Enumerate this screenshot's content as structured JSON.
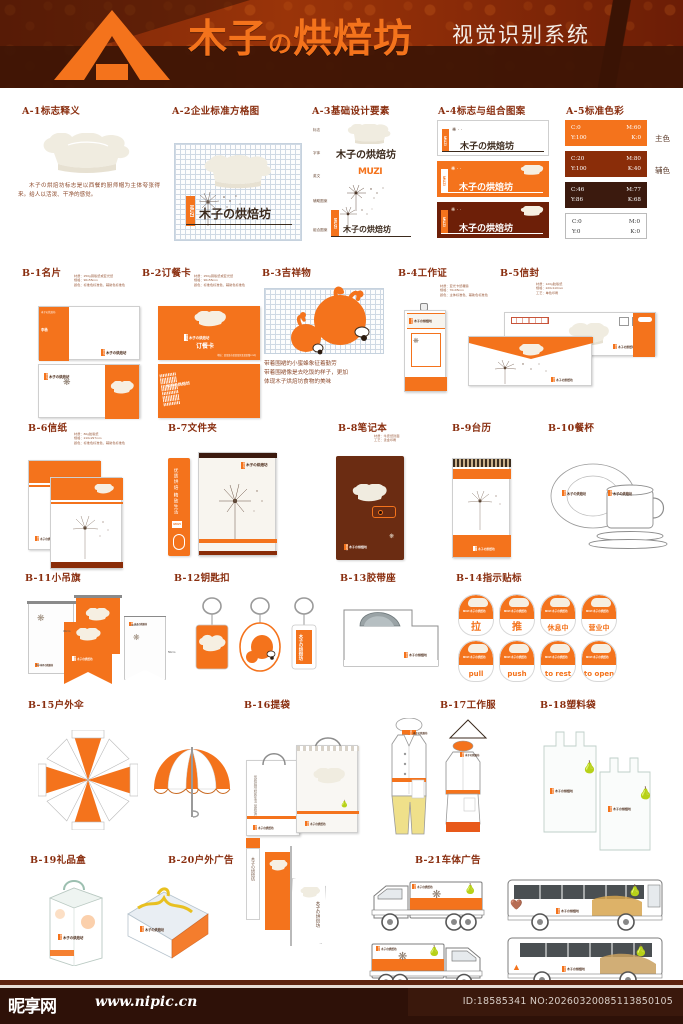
{
  "header": {
    "logo_icon": "triangle-a-logo",
    "title_main": "木子",
    "title_no": "の",
    "title_rest": "烘焙坊",
    "subtitle": "视觉识别系统"
  },
  "sections": {
    "a1": {
      "label": "A-1标志释义",
      "description": "木子の烘焙坊标志是以西餐的厨师帽为主体夸张得来。给人以活泼、干净的感觉。"
    },
    "a2": {
      "label": "A-2企业标准方格图",
      "logo_text": "木子の烘焙坊",
      "logo_en": "MUZI"
    },
    "a3": {
      "label": "A-3基础设计要素",
      "rows": [
        "标志",
        "字体",
        "英文",
        "辅助图案",
        "组合图案"
      ],
      "font_sample": "木子の烘焙坊",
      "en_sample": "MUZI"
    },
    "a4": {
      "label": "A-4标志与组合图案",
      "variants": [
        {
          "bg": "#ffffff",
          "text": "木子の烘焙坊"
        },
        {
          "bg": "#f4731c",
          "text": "木子の烘焙坊"
        },
        {
          "bg": "#6d1f08",
          "text": "木子の烘焙坊"
        }
      ]
    },
    "a5": {
      "label": "A-5标准色彩",
      "notes": [
        "主色",
        "辅色"
      ],
      "swatches": [
        {
          "hex": "#f4731c",
          "c": "C:0",
          "m": "M:60",
          "y": "Y:100",
          "k": "K:0",
          "light": false
        },
        {
          "hex": "#8a2d09",
          "c": "C:20",
          "m": "M:80",
          "y": "Y:100",
          "k": "K:40",
          "light": false
        },
        {
          "hex": "#3b1a0e",
          "c": "C:46",
          "m": "M:77",
          "y": "Y:86",
          "k": "K:68",
          "light": false
        },
        {
          "hex": "#ffffff",
          "c": "C:0",
          "m": "M:0",
          "y": "Y:0",
          "k": "K:0",
          "light": true
        }
      ]
    },
    "b1": {
      "label": "B-1名片",
      "spec": "材质：250g铜版纸或亚光纸\n规格：90x55mm\n颜色：标准色标准色、辅助色标准色"
    },
    "b2": {
      "label": "B-2订餐卡",
      "spec": "材质：250g铜版纸或亚光纸\n规格：90x55mm\n颜色：标准色标准色、辅助色标准色",
      "card_text": "木子の烘焙坊",
      "card_sub": "订餐卡"
    },
    "b3": {
      "label": "B-3吉祥物",
      "description": "带着围裙的小蜜蜂象征着勤劳\n带着围裙像是去吃饭的样子，更加\n体现木子烘焙坊食物的美味"
    },
    "b4": {
      "label": "B-4工作证",
      "spec": "材质：亚光卡纸覆膜\n规格：70x95mm\n颜色：主体标准色、辅助色标准色"
    },
    "b5": {
      "label": "B-5信封",
      "spec": "材质：120g胶版纸\n规格：220x110mm\n工艺：单色印刷"
    },
    "b6": {
      "label": "B-6信纸",
      "spec": "材质：80g胶版纸\n规格：210x297mm\n颜色：标准色标准色、辅助色标准色"
    },
    "b7": {
      "label": "B-7文件夹"
    },
    "b8": {
      "label": "B-8笔记本",
      "spec": "材质：牛皮纸封面\n工艺：烫金印刷"
    },
    "b9": {
      "label": "B-9台历"
    },
    "b10": {
      "label": "B-10餐杯"
    },
    "b11": {
      "label": "B-11小吊旗",
      "dims": [
        "30cm",
        "30cm",
        "50cm",
        "50cm"
      ]
    },
    "b12": {
      "label": "B-12钥匙扣"
    },
    "b13": {
      "label": "B-13胶带座"
    },
    "b14": {
      "label": "B-14指示贴标",
      "stickers": [
        "拉",
        "推",
        "休息中",
        "营业中",
        "pull",
        "push",
        "to rest",
        "to open"
      ]
    },
    "b15": {
      "label": "B-15户外伞"
    },
    "b16": {
      "label": "B-16提袋"
    },
    "b17": {
      "label": "B-17工作服"
    },
    "b18": {
      "label": "B-18塑料袋"
    },
    "b19": {
      "label": "B-19礼品盒"
    },
    "b20": {
      "label": "B-20户外广告"
    },
    "b21": {
      "label": "B-21车体广告"
    }
  },
  "brand": {
    "wordmark": "木子の烘焙坊",
    "en": "MUZI"
  },
  "footer": {
    "site_logo": "昵享网",
    "url": "www.nipic.cn",
    "id_text": "ID:18585341 NO:20260320085113850105"
  },
  "colors": {
    "primary": "#f4731c",
    "secondary": "#8a2d09",
    "dark": "#3b1a0e",
    "label": "#8a2f10"
  }
}
